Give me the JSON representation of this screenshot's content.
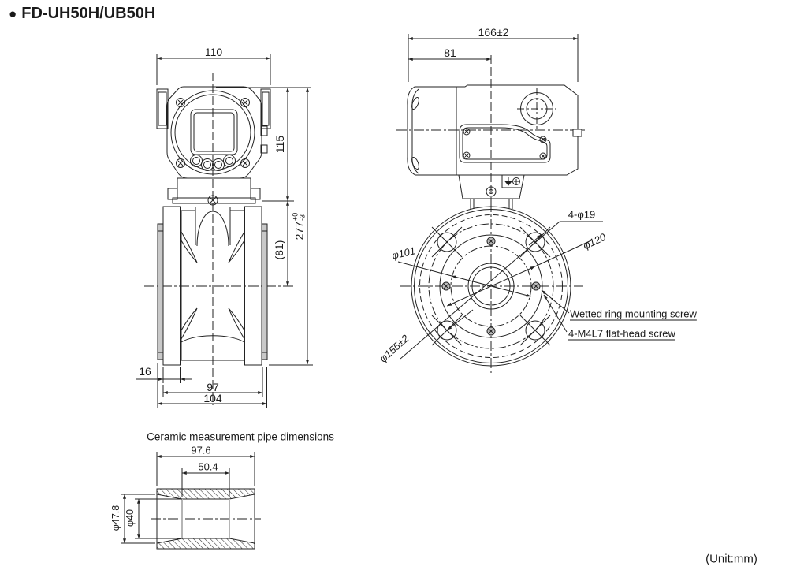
{
  "colors": {
    "line": "#222222",
    "background": "#ffffff",
    "shade": "#c9c9c9"
  },
  "header": {
    "bullet": "●",
    "model": "FD-UH50H/UB50H"
  },
  "front_view": {
    "width_top": "110",
    "height_transmitter": "115",
    "height_overall": "277",
    "height_overall_tol_upper": "+0",
    "height_overall_tol_lower": "-3",
    "height_to_center": "(81)",
    "flange_thickness": "16",
    "width_flange_face": "97",
    "width_overall": "104"
  },
  "side_view": {
    "width_overall": "166±2",
    "width_to_center": "81"
  },
  "bottom_view": {
    "bolt_holes": "4-φ19",
    "dia_120": "φ120",
    "dia_101": "φ101",
    "dia_155": "φ155±2",
    "note_wetted_ring": "Wetted ring mounting screw",
    "note_flat_head": "4-M4L7 flat-head screw"
  },
  "ceramic_view": {
    "title": "Ceramic measurement pipe dimensions",
    "length_overall": "97.6",
    "length_bore": "50.4",
    "dia_outer": "φ47.8",
    "dia_bore": "φ40"
  },
  "footer": {
    "unit_note": "(Unit:mm)"
  }
}
